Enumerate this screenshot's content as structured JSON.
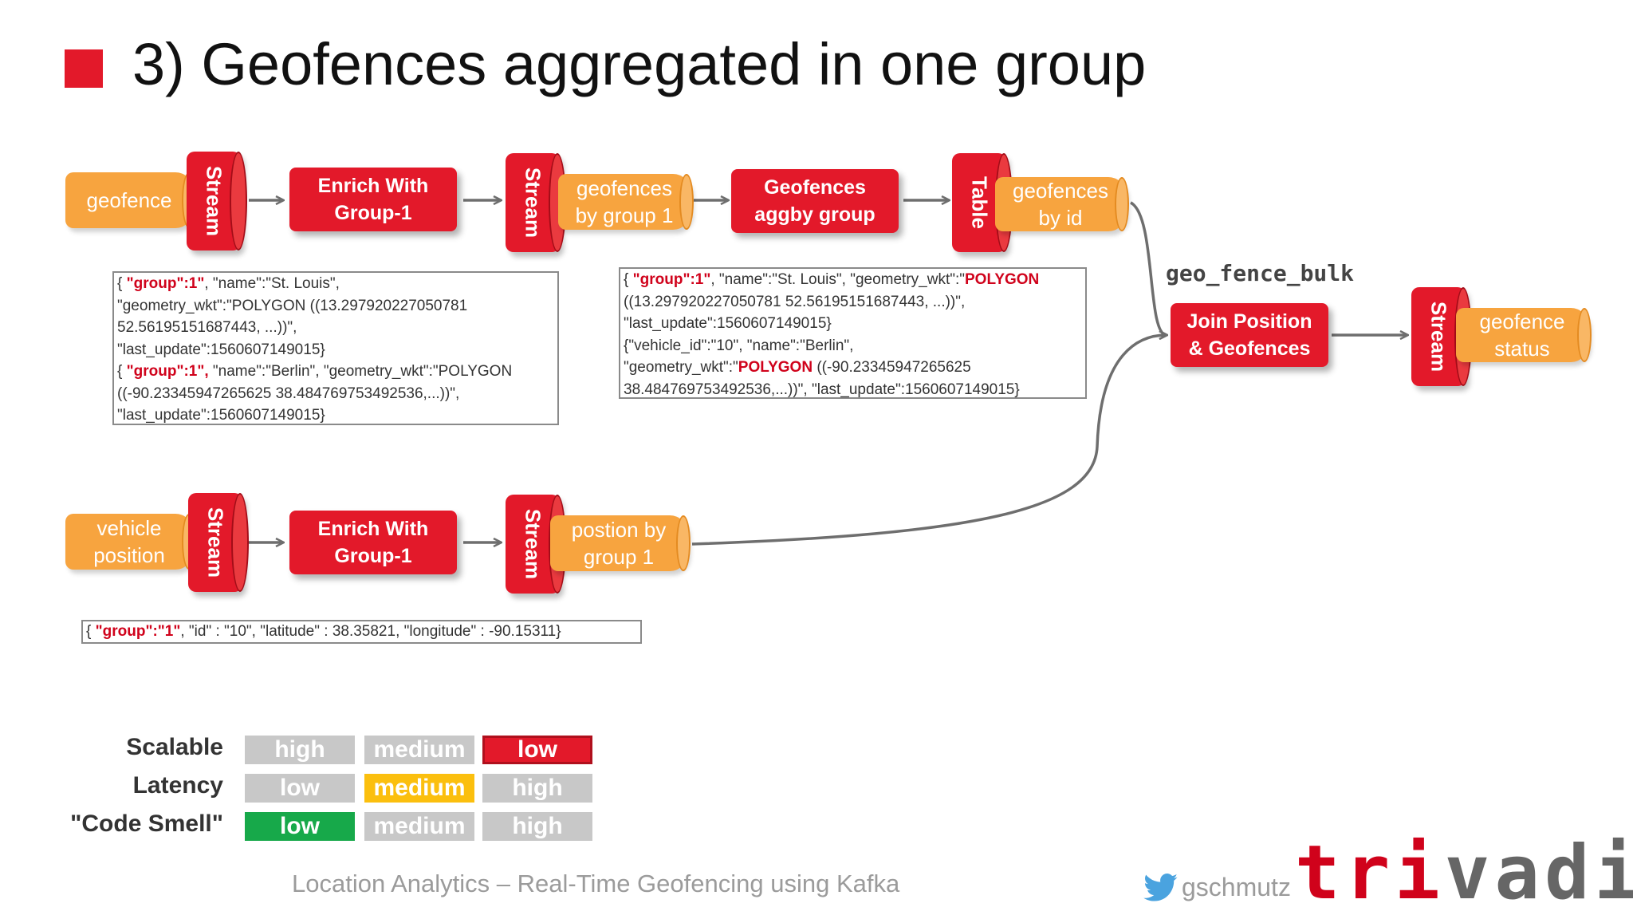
{
  "title": "3) Geofences aggregated in one group",
  "row1": {
    "geofence_topic": "geofence",
    "stream1": "Stream",
    "enrich": [
      "Enrich With",
      "Group-1"
    ],
    "stream2": "Stream",
    "gbg_topic": [
      "geofences",
      "by group 1"
    ],
    "aggby": [
      "Geofences",
      "aggby group"
    ],
    "table": "Table",
    "gbid_topic": [
      "geofences",
      "by id"
    ]
  },
  "row2": {
    "vehicle_topic": [
      "vehicle",
      "position"
    ],
    "stream1": "Stream",
    "enrich": [
      "Enrich With",
      "Group-1"
    ],
    "stream2": "Stream",
    "pbg_topic": [
      "postion by",
      "group 1"
    ]
  },
  "join": {
    "label": "geo_fence_bulk",
    "proc": [
      "Join Position",
      "& Geofences"
    ],
    "stream": "Stream",
    "status_topic": [
      "geofence",
      "status"
    ]
  },
  "json1": [
    [
      "{ ",
      "\"group\":1\"",
      ", \"name\":\"St. Louis\","
    ],
    [
      "\"geometry_wkt\":\"POLYGON ((13.297920227050781",
      "",
      ""
    ],
    [
      "52.56195151687443, ...))\",",
      "",
      ""
    ],
    [
      "\"last_update\":1560607149015}",
      "",
      ""
    ],
    [
      "{ ",
      "\"group\":1\",",
      " \"name\":\"Berlin\", \"geometry_wkt\":\"POLYGON"
    ],
    [
      "((-90.23345947265625 38.484769753492536,...))\",",
      "",
      ""
    ],
    [
      "\"last_update\":1560607149015}",
      "",
      ""
    ]
  ],
  "json2": [
    [
      "{ ",
      "\"group\":1\"",
      ", \"name\":\"St. Louis\", \"geometry_wkt\":\"",
      "POLYGON",
      ""
    ],
    [
      "((13.297920227050781 52.56195151687443, ...))\",",
      "",
      "",
      "",
      ""
    ],
    [
      "\"last_update\":1560607149015}",
      "",
      "",
      "",
      ""
    ],
    [
      "{\"vehicle_id\":\"10\", \"name\":\"Berlin\",",
      "",
      "",
      "",
      ""
    ],
    [
      "\"geometry_wkt\":\"",
      "POLYGON",
      " ((-90.23345947265625",
      "",
      ""
    ],
    [
      "38.484769753492536,...))\", \"last_update\":1560607149015}",
      "",
      "",
      "",
      ""
    ]
  ],
  "json3": [
    "{ ",
    "\"group\":\"1\"",
    ", \"id\" : \"10\", \"latitude\" : 38.35821, \"longitude\" : -90.15311}"
  ],
  "ratings": {
    "rows": [
      {
        "label": "Scalable",
        "cells": [
          {
            "t": "high",
            "c": "grey"
          },
          {
            "t": "medium",
            "c": "grey"
          },
          {
            "t": "low",
            "c": "red"
          }
        ]
      },
      {
        "label": "Latency",
        "cells": [
          {
            "t": "low",
            "c": "grey"
          },
          {
            "t": "medium",
            "c": "yellow"
          },
          {
            "t": "high",
            "c": "grey"
          }
        ]
      },
      {
        "label": "\"Code Smell\"",
        "cells": [
          {
            "t": "low",
            "c": "green"
          },
          {
            "t": "medium",
            "c": "grey"
          },
          {
            "t": "high",
            "c": "grey"
          }
        ]
      }
    ]
  },
  "footer": "Location Analytics – Real-Time Geofencing using Kafka",
  "twitter_handle": "gschmutz",
  "brand": "trivadis",
  "colors": {
    "accent_red": "#e3192a",
    "topic_orange": "#f7a43f",
    "yellow": "#fbbf0e",
    "green": "#17a94a",
    "grey": "#c8c8c8"
  }
}
